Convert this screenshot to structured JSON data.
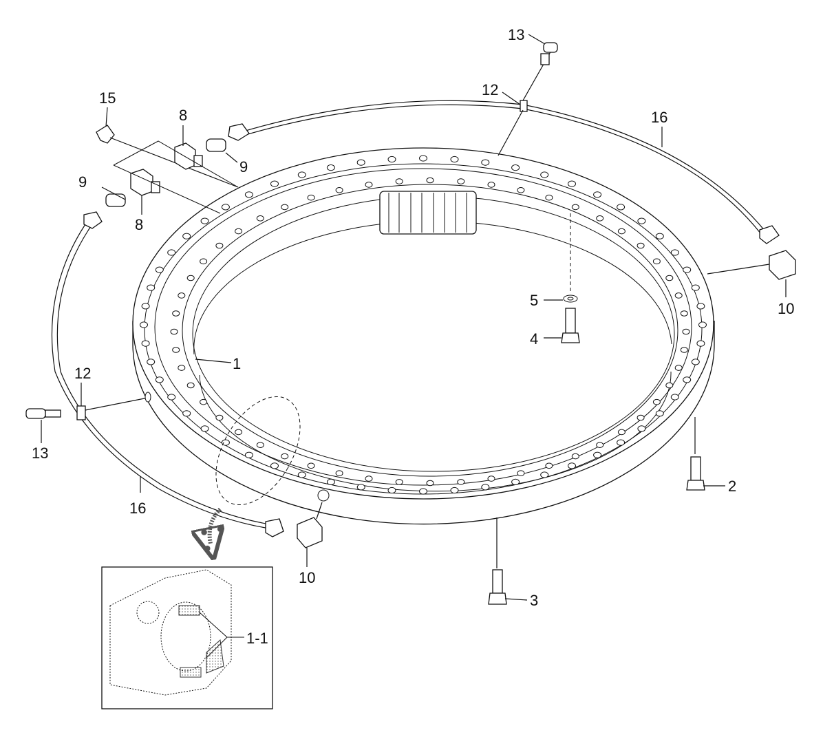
{
  "colors": {
    "ink": "#111111",
    "paper": "#ffffff",
    "hatch": "#777777"
  },
  "labels": {
    "l1": "1",
    "l1_1": "1-1",
    "l2": "2",
    "l3": "3",
    "l4": "4",
    "l5": "5",
    "l8a": "8",
    "l8b": "8",
    "l9a": "9",
    "l9b": "9",
    "l10a": "10",
    "l10b": "10",
    "l12a": "12",
    "l12b": "12",
    "l13a": "13",
    "l13b": "13",
    "l15": "15",
    "l16a": "16",
    "l16b": "16"
  }
}
